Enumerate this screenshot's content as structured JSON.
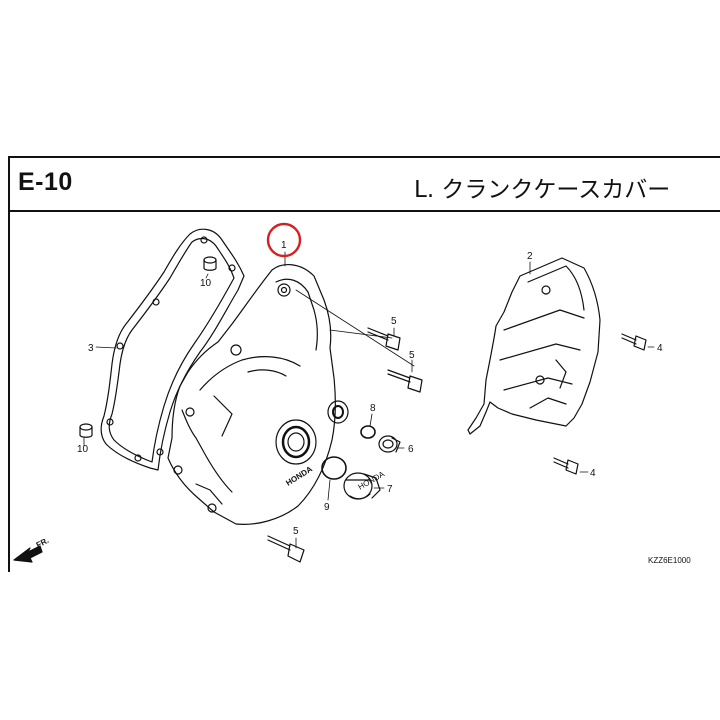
{
  "header": {
    "sheet_code": "E-10",
    "title": "L. クランクケースカバー"
  },
  "parts": [
    {
      "ref": "1"
    },
    {
      "ref": "2"
    },
    {
      "ref": "3"
    },
    {
      "ref": "4"
    },
    {
      "ref": "4"
    },
    {
      "ref": "5"
    },
    {
      "ref": "5"
    },
    {
      "ref": "5"
    },
    {
      "ref": "6"
    },
    {
      "ref": "7"
    },
    {
      "ref": "8"
    },
    {
      "ref": "9"
    },
    {
      "ref": "10"
    },
    {
      "ref": "10"
    }
  ],
  "front_marker": "FR.",
  "figure_code": "KZZ6E1000",
  "case_logo_text": "HONDA",
  "highlight_color": "#d42020"
}
